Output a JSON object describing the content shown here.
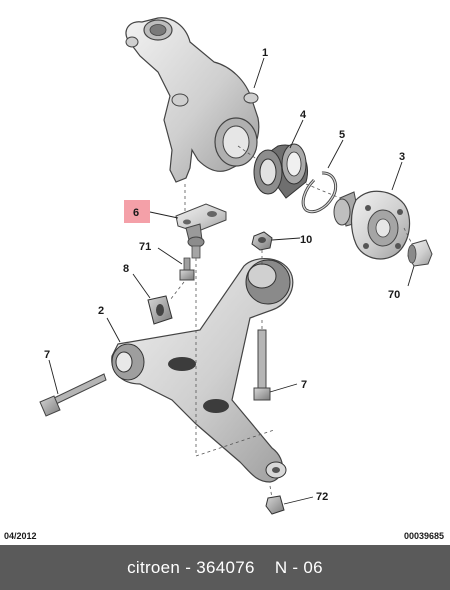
{
  "diagram": {
    "callouts": {
      "c1": "1",
      "c2": "2",
      "c3": "3",
      "c4": "4",
      "c5": "5",
      "c6": "6",
      "c7a": "7",
      "c7b": "7",
      "c8": "8",
      "c10": "10",
      "c70": "70",
      "c71": "71",
      "c72": "72"
    },
    "highlight_color": "#f4a0a8"
  },
  "footer": {
    "date_code": "04/2012",
    "reference_code": "00039685"
  },
  "caption": {
    "text": "citroen - 364076    N - 06"
  }
}
